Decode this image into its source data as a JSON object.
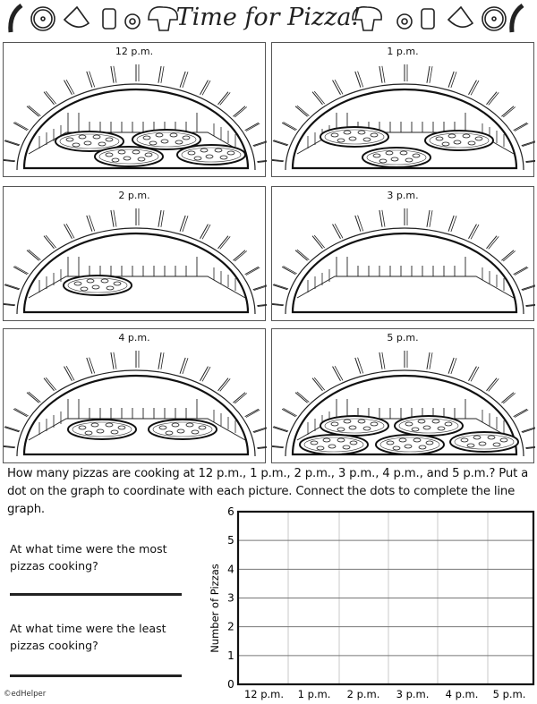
{
  "header": {
    "title": "Time for Pizza!",
    "decorations": [
      "pepper-icon",
      "pizza-icon",
      "cheese-icon",
      "tomato-chunk-icon",
      "olive-icon",
      "mushroom-icon"
    ]
  },
  "panels": [
    {
      "label": "12 p.m.",
      "pizzas": 4
    },
    {
      "label": "1 p.m.",
      "pizzas": 3
    },
    {
      "label": "2 p.m.",
      "pizzas": 1
    },
    {
      "label": "3 p.m.",
      "pizzas": 0
    },
    {
      "label": "4 p.m.",
      "pizzas": 2
    },
    {
      "label": "5 p.m.",
      "pizzas": 5
    }
  ],
  "instructions": "How many pizzas are cooking at 12 p.m., 1 p.m., 2 p.m., 3 p.m., 4 p.m., and 5 p.m.? Put a dot on the graph to coordinate with each picture. Connect the dots to complete the line graph.",
  "questions": [
    {
      "text": "At what time were the most pizzas cooking?",
      "answer": ""
    },
    {
      "text": "At what time were the least pizzas cooking?",
      "answer": ""
    }
  ],
  "copyright": "©edHelper",
  "chart_data": {
    "type": "line",
    "title": "",
    "xlabel": "",
    "ylabel": "Number of Pizzas",
    "categories": [
      "12 p.m.",
      "1 p.m.",
      "2 p.m.",
      "3 p.m.",
      "4 p.m.",
      "5 p.m."
    ],
    "yticks": [
      "0",
      "1",
      "2",
      "3",
      "4",
      "5",
      "6"
    ],
    "ylim": [
      0,
      6
    ],
    "grid": true,
    "series": []
  }
}
